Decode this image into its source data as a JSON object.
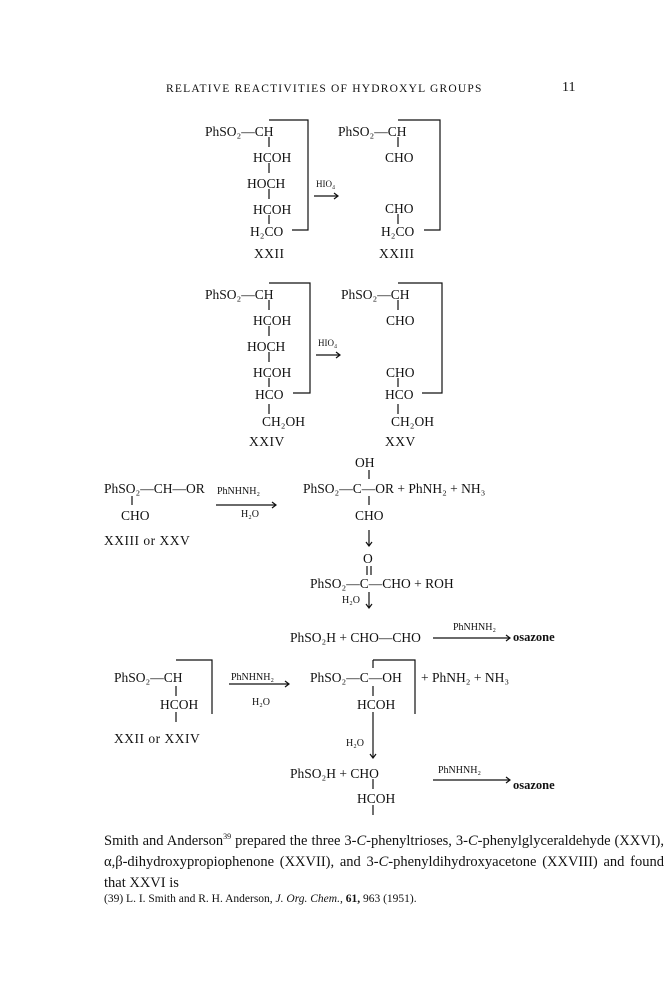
{
  "header": {
    "running_title": "RELATIVE REACTIVITIES OF HYDROXYL GROUPS",
    "page_number": "11"
  },
  "scheme1": {
    "left": [
      "PhSO₂—CH",
      "HCOH",
      "HOCH",
      "HCOH",
      "H₂CO"
    ],
    "right": [
      "PhSO₂—CH",
      "CHO",
      "CHO",
      "H₂CO"
    ],
    "reagent": "HIO₄",
    "left_label": "XXII",
    "right_label": "XXIII"
  },
  "scheme2": {
    "left": [
      "PhSO₂—CH",
      "HCOH",
      "HOCH",
      "HCOH",
      "HCO",
      "CH₂OH"
    ],
    "right": [
      "PhSO₂—CH",
      "CHO",
      "CHO",
      "HCO",
      "CH₂OH"
    ],
    "reagent": "HIO₄",
    "left_label": "XXIV",
    "right_label": "XXV"
  },
  "scheme3": {
    "start_top": "PhSO₂—CH—OR",
    "start_bottom": "CHO",
    "start_label": "XXIII or XXV",
    "reagent_top": "PhNHNH₂",
    "reagent_bottom": "H₂O",
    "int_oh": "OH",
    "int_main": "PhSO₂—C—OR + PhNH₂ + NH₃",
    "int_cho": "CHO",
    "ketone_o": "O",
    "ketone_main": "PhSO₂—C—CHO + ROH",
    "h2o": "H₂O",
    "final_main": "PhSO₂H + CHO—CHO",
    "final_reagent": "PhNHNH₂",
    "final_product": "osazone"
  },
  "scheme4": {
    "start_top": "PhSO₂—CH",
    "start_bottom": "HCOH",
    "start_label": "XXII or XXIV",
    "reagent_top": "PhNHNH₂",
    "reagent_bottom": "H₂O",
    "int_main": "PhSO₂—C—OH",
    "int_bottom": "HCOH",
    "int_plus": "+ PhNH₂ + NH₃",
    "h2o": "H₂O",
    "final_main": "PhSO₂H + CHO",
    "final_bottom": "HCOH",
    "final_reagent": "PhNHNH₂",
    "final_product": "osazone"
  },
  "body": {
    "p1": "Smith and Anderson",
    "ref": "39",
    "p2": " prepared the three 3-",
    "c1": "C",
    "p3": "-phenyltrioses, 3-",
    "c2": "C",
    "p4": "-phenylglyceraldehyde (XXVI), α,β-dihydroxypropiophenone (XXVII), and 3-",
    "c3": "C",
    "p5": "-phenyldihydroxyacetone (XXVIII) and found that XXVI is"
  },
  "footnote": {
    "num": "(39)",
    "authors": "L. I. Smith and R. H. Anderson,",
    "journal": "J. Org. Chem.,",
    "vol": "61,",
    "rest": "963 (1951)."
  }
}
